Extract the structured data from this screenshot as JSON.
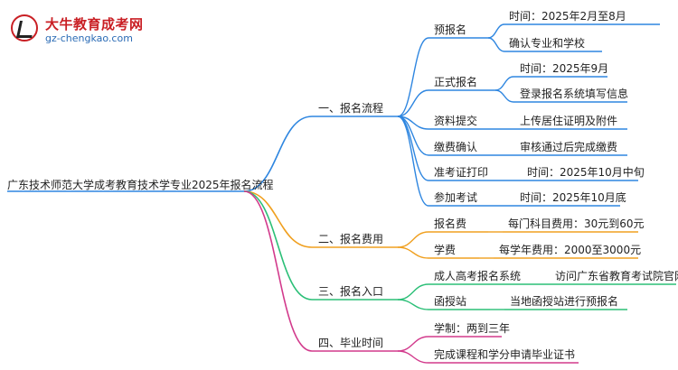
{
  "logo": {
    "name": "大牛教育成考网",
    "url": "gz-chengkao.com"
  },
  "colors": {
    "blue": "#2e86e0",
    "orange": "#f0a020",
    "green": "#2bbf77",
    "pink": "#d23a8c"
  },
  "root": "广东技术师范大学成考教育技术学专业2025年报名流程",
  "branches": [
    {
      "label": "一、报名流程",
      "children": [
        {
          "label": "预报名",
          "children": [
            "时间：2025年2月至8月",
            "确认专业和学校"
          ]
        },
        {
          "label": "正式报名",
          "children": [
            "时间：2025年9月",
            "登录报名系统填写信息"
          ]
        },
        {
          "label": "资料提交",
          "children": [
            "上传居住证明及附件"
          ]
        },
        {
          "label": "缴费确认",
          "children": [
            "审核通过后完成缴费"
          ]
        },
        {
          "label": "准考证打印",
          "children": [
            "时间：2025年10月中旬"
          ]
        },
        {
          "label": "参加考试",
          "children": [
            "时间：2025年10月底"
          ]
        }
      ]
    },
    {
      "label": "二、报名费用",
      "children": [
        {
          "label": "报名费",
          "children": [
            "每门科目费用：30元到60元"
          ]
        },
        {
          "label": "学费",
          "children": [
            "每学年费用：2000至3000元"
          ]
        }
      ]
    },
    {
      "label": "三、报名入口",
      "children": [
        {
          "label": "成人高考报名系统",
          "children": [
            "访问广东省教育考试院官网"
          ]
        },
        {
          "label": "函授站",
          "children": [
            "当地函授站进行预报名"
          ]
        }
      ]
    },
    {
      "label": "四、毕业时间",
      "children": [
        {
          "label": "学制：两到三年",
          "children": []
        },
        {
          "label": "完成课程和学分申请毕业证书",
          "children": []
        }
      ]
    }
  ]
}
